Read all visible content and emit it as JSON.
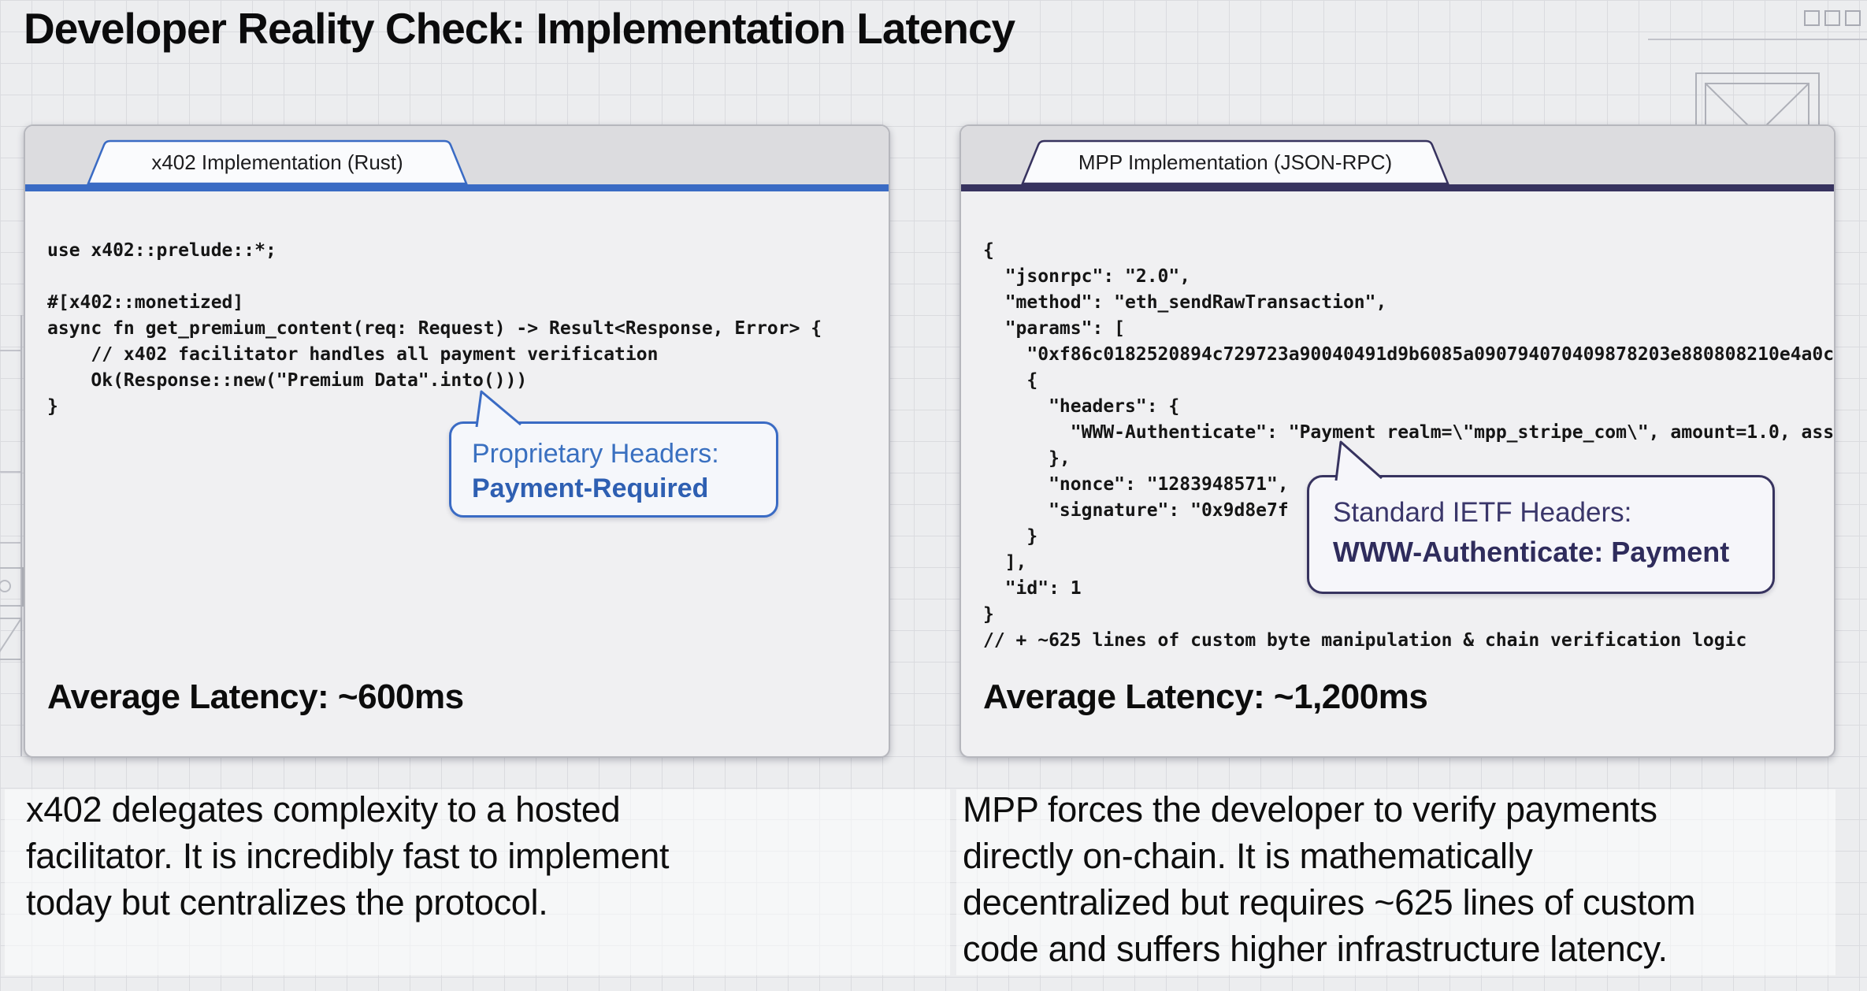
{
  "title": "Developer Reality Check: Implementation Latency",
  "colors": {
    "left_accent": "#3a6bc4",
    "right_accent": "#37335f",
    "left_callout_text": "#3a70c0",
    "left_callout_text_bold": "#2e5fb2",
    "right_callout_text": "#3a366a",
    "right_callout_text_bold": "#2f2c5c"
  },
  "left_panel": {
    "tab_label": "x402 Implementation (Rust)",
    "code_lines": [
      "use x402::prelude::*;",
      "",
      "#[x402::monetized]",
      "async fn get_premium_content(req: Request) -> Result<Response, Error> {",
      "    // x402 facilitator handles all payment verification",
      "    Ok(Response::new(\"Premium Data\".into()))",
      "}"
    ],
    "callout": {
      "line1": "Proprietary Headers:",
      "line2": "Payment-Required"
    },
    "latency_label": "Average Latency: ~600ms",
    "description_lines": [
      "x402 delegates complexity to a hosted",
      "facilitator. It is incredibly fast to implement",
      "today but centralizes the protocol."
    ]
  },
  "right_panel": {
    "tab_label": "MPP Implementation (JSON-RPC)",
    "code_lines": [
      "{",
      "  \"jsonrpc\": \"2.0\",",
      "  \"method\": \"eth_sendRawTransaction\",",
      "  \"params\": [",
      "    \"0xf86c0182520894c729723a90040491d9b6085a090794070409878203e880808210e4a0c",
      "    {",
      "      \"headers\": {",
      "        \"WWW-Authenticate\": \"Payment realm=\\\"mpp_stripe_com\\\", amount=1.0, ass",
      "      },",
      "      \"nonce\": \"1283948571\",",
      "      \"signature\": \"0x9d8e7f",
      "    }",
      "  ],",
      "  \"id\": 1",
      "}",
      "// + ~625 lines of custom byte manipulation & chain verification logic"
    ],
    "callout": {
      "line1": "Standard IETF Headers:",
      "line2": "WWW-Authenticate: Payment"
    },
    "latency_label": "Average Latency: ~1,200ms",
    "description_lines": [
      "MPP forces the developer to verify payments",
      "directly on-chain. It is mathematically",
      "decentralized but requires ~625 lines of custom",
      "code and suffers higher infrastructure latency."
    ]
  }
}
